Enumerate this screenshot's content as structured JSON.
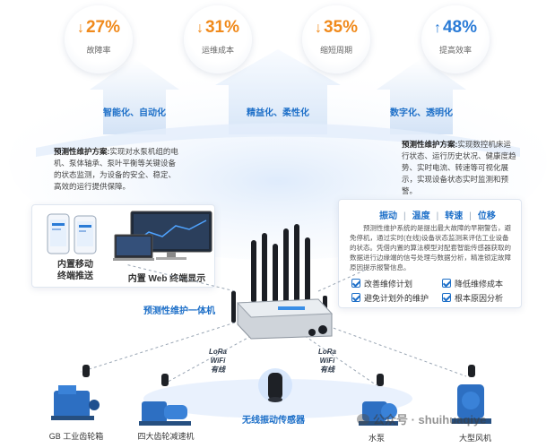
{
  "kpis": [
    {
      "value": "27%",
      "arrow": "↓",
      "label": "故障率",
      "color": "orange"
    },
    {
      "value": "31%",
      "arrow": "↓",
      "label": "运维成本",
      "color": "orange"
    },
    {
      "value": "35%",
      "arrow": "↓",
      "label": "缩短周期",
      "color": "orange"
    },
    {
      "value": "48%",
      "arrow": "↑",
      "label": "提高效率",
      "color": "blue"
    }
  ],
  "pillars": [
    "智能化、自动化",
    "精益化、柔性化",
    "数字化、透明化"
  ],
  "left_callout": {
    "title": "预测性维护方案:",
    "body": "实现对水泵机组的电机、泵体轴承、泵叶平衡等关键设备的状态监测，为设备的安全、稳定、高效的运行提供保障。"
  },
  "right_callout": {
    "title": "预测性维护方案:",
    "body": "实现数控机床运行状态、运行历史状况、健康度趋势、实时电流、转速等可视化展示，实现设备状态实时监测和预警。"
  },
  "display_card": {
    "mobile_label_1": "内置移动",
    "mobile_label_2": "终端推送",
    "web_label": "内置 Web 终端显示"
  },
  "info_card": {
    "tags": [
      "振动",
      "温度",
      "转速",
      "位移"
    ],
    "description": "预测性维护系统的是提出最大故障的早期警告，避免停机，通过实时(在线)设备状态监测来评估工业设备的状态。凭借内置的算法模型对配套智能传感器获取的数据进行边缘端的信号处理与数据分析，精准锁定故障原因提示报警信息。",
    "features": [
      "改善维修计划",
      "降低维修成本",
      "避免计划外的维护",
      "根本原因分析"
    ]
  },
  "device_label": "预测性维护一体机",
  "wire_left": [
    "LoRa",
    "WiFi",
    "有线"
  ],
  "wire_right": [
    "LoRa",
    "WiFi",
    "有线"
  ],
  "sensor_label": "无线振动传感器",
  "machines": [
    "GB 工业齿轮箱",
    "四大齿轮减速机",
    "水泵",
    "大型风机"
  ],
  "watermark": "公众号 · shuihuaqiye",
  "colors": {
    "accent_blue": "#1d6fc8",
    "accent_orange": "#f08a1c"
  }
}
